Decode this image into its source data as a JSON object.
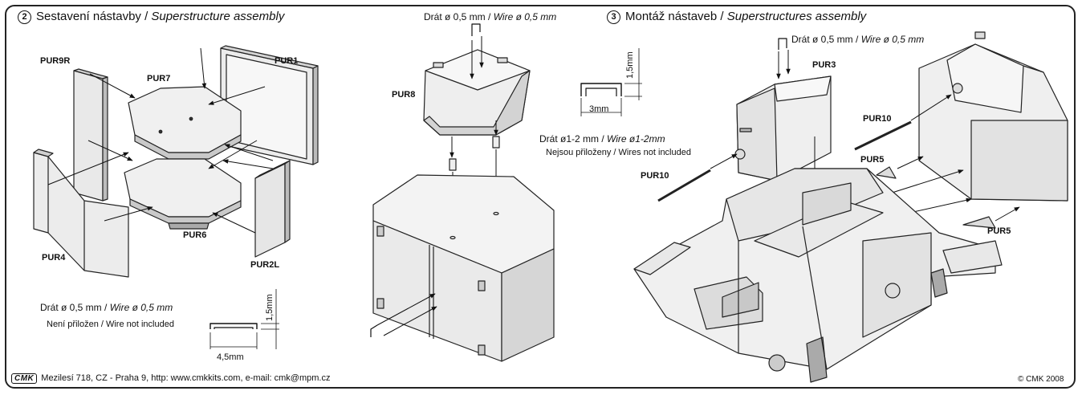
{
  "step2": {
    "number": "2",
    "title_cz": "Sestavení nástavby / ",
    "title_en": "Superstructure assembly",
    "parts": {
      "pur9r": "PUR9R",
      "pur1": "PUR1",
      "pur7": "PUR7",
      "pur6": "PUR6",
      "pur4": "PUR4",
      "pur2l": "PUR2L"
    },
    "wire_note_cz": "Drát ø 0,5 mm / ",
    "wire_note_en": "Wire ø 0,5 mm",
    "wire_included": "Není přiložen / Wire not included",
    "dim_width": "4,5mm",
    "dim_height": "1,5mm"
  },
  "middle": {
    "wire_cz": "Drát ø 0,5 mm / ",
    "wire_en": "Wire ø 0,5 mm",
    "part": "PUR8",
    "dim_width": "3mm",
    "dim_height": "1,5mm",
    "wire2_cz": "Drát ø1-2 mm / ",
    "wire2_en": "Wire ø1-2mm",
    "wire2_included": "Nejsou přiloženy / Wires not included"
  },
  "step3": {
    "number": "3",
    "title_cz": "Montáž nástaveb / ",
    "title_en": "Superstructures assembly",
    "wire_cz": "Drát ø 0,5 mm / ",
    "wire_en": "Wire ø 0,5 mm",
    "parts": {
      "pur3": "PUR3",
      "pur10a": "PUR10",
      "pur10b": "PUR10",
      "pur5a": "PUR5",
      "pur5b": "PUR5"
    }
  },
  "footer": {
    "logo": "CMK",
    "address": "Mezilesí 718, CZ - Praha 9,  http: www.cmkkits.com, e-mail: cmk@mpm.cz",
    "copyright": "© CMK 2008"
  }
}
